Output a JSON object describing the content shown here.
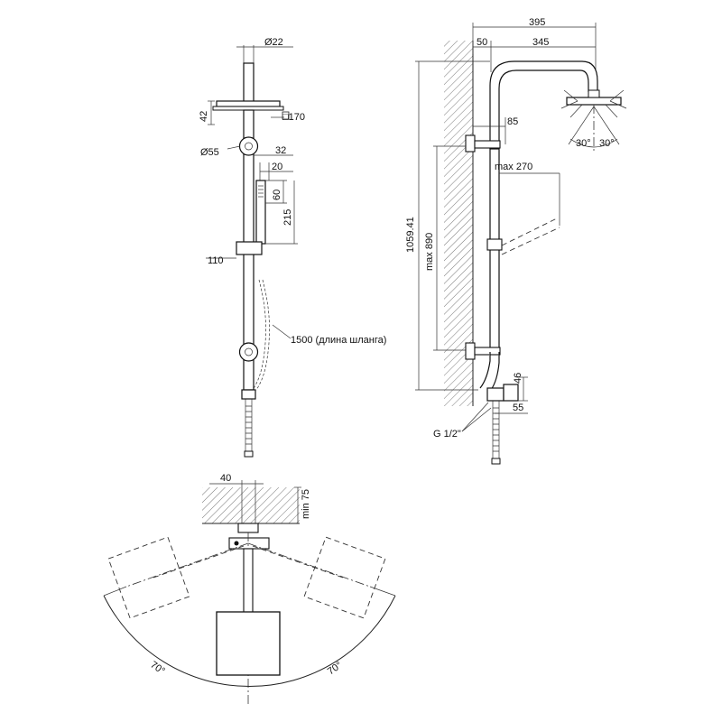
{
  "front_view": {
    "dim_pipe_diameter": "Ø22",
    "dim_head_height": "42",
    "dim_head_size": "□170",
    "dim_bracket_diameter": "Ø55",
    "dim_handle_width_32": "32",
    "dim_handle_width_20": "20",
    "dim_handle_60": "60",
    "dim_handle_length": "215",
    "dim_holder": "110",
    "dim_hose_length": "1500 (длина шланга)"
  },
  "side_view": {
    "dim_total_reach": "395",
    "dim_wall_offset": "50",
    "dim_arm_length": "345",
    "dim_bracket": "85",
    "dim_slide_max": "max 270",
    "dim_total_height": "1059.41",
    "dim_bar_max": "max 890",
    "dim_mixer_46": "46",
    "dim_mixer_55": "55",
    "label_thread": "G 1/2\"",
    "angle_left": "30°",
    "angle_right": "30°"
  },
  "top_view": {
    "dim_40": "40",
    "dim_min75": "min 75",
    "angle_left": "70°",
    "angle_right": "70°"
  }
}
